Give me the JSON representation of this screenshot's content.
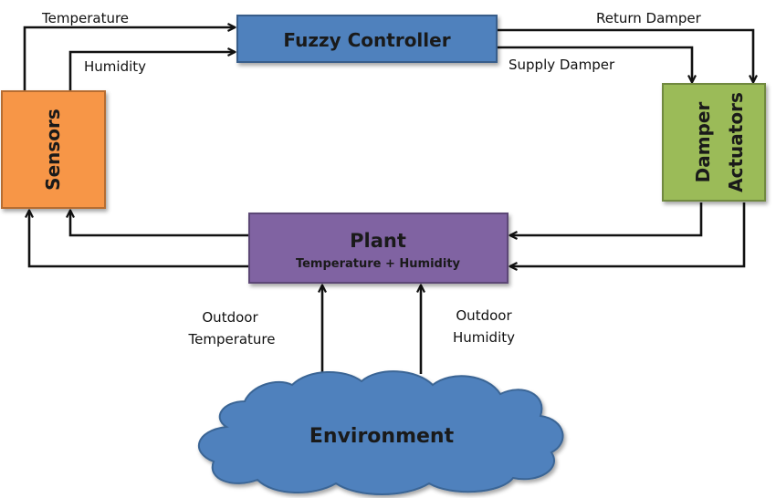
{
  "blocks": {
    "controller": {
      "label": "Fuzzy Controller",
      "fill": "#4f81bd",
      "stroke": "#385d8a"
    },
    "sensors": {
      "label": "Sensors",
      "fill": "#f79646",
      "stroke": "#b66d31"
    },
    "actuators": {
      "line1": "Damper",
      "line2": "Actuators",
      "fill": "#9bbb59",
      "stroke": "#71893f"
    },
    "plant": {
      "label": "Plant",
      "sublabel": "Temperature + Humidity",
      "fill": "#8064a2",
      "stroke": "#5c4776"
    },
    "environment": {
      "label": "Environment",
      "fill": "#4f81bd",
      "stroke": "#3a6595"
    }
  },
  "edges": {
    "temperature": "Temperature",
    "humidity": "Humidity",
    "return_damper": "Return Damper",
    "supply_damper": "Supply Damper",
    "outdoor_temperature_line1": "Outdoor",
    "outdoor_temperature_line2": "Temperature",
    "outdoor_humidity_line1": "Outdoor",
    "outdoor_humidity_line2": "Humidity"
  }
}
